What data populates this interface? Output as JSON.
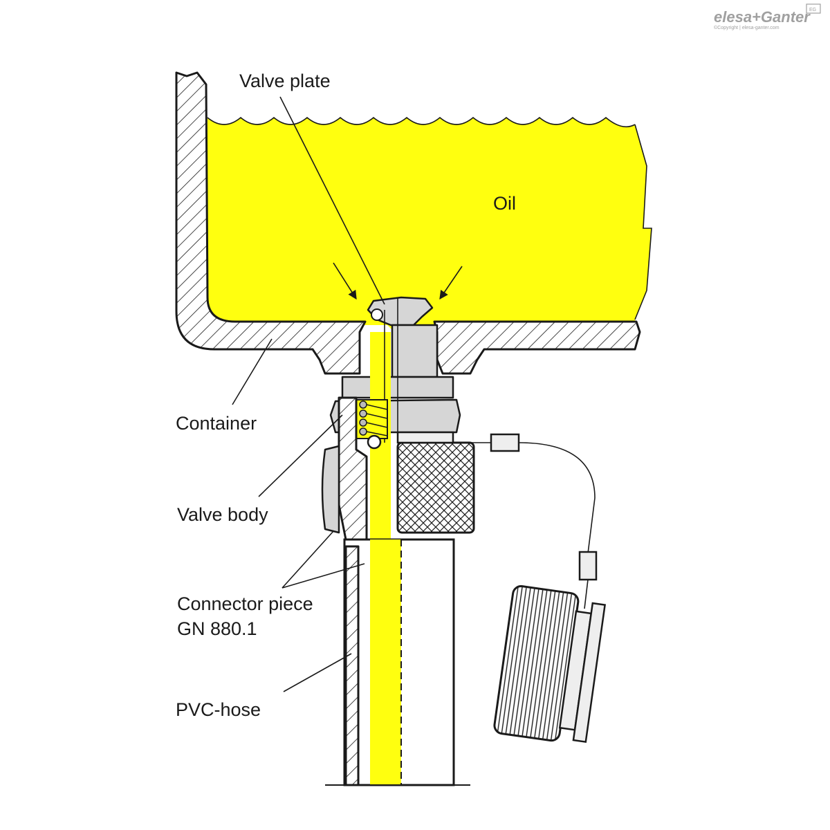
{
  "logo": {
    "brand": "elesa+Ganter",
    "badge": "EG",
    "copyright": "©Copyright | elesa-ganter.com"
  },
  "labels": {
    "valve_plate": "Valve plate",
    "oil": "Oil",
    "container": "Container",
    "valve_body": "Valve body",
    "connector_piece_line1": "Connector piece",
    "connector_piece_line2": "GN 880.1",
    "pvc_hose": "PVC-hose"
  },
  "colors": {
    "oil": "#ffff0f",
    "metal": "#d6d6d6",
    "ink": "#1a1a1a"
  }
}
